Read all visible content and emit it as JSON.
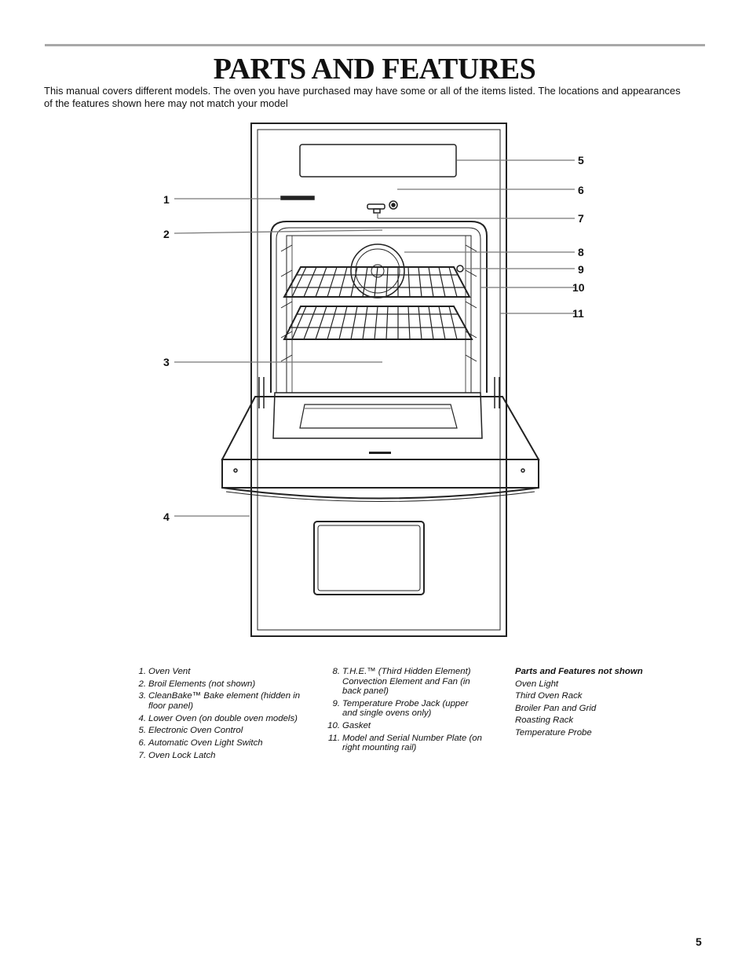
{
  "header": {
    "title": "PARTS AND FEATURES",
    "intro": "This manual covers different models. The oven you have purchased may have some or all of the items listed. The locations and appearances of the features shown here may not match your model"
  },
  "callouts": {
    "c1": "1",
    "c2": "2",
    "c3": "3",
    "c4": "4",
    "c5": "5",
    "c6": "6",
    "c7": "7",
    "c8": "8",
    "c9": "9",
    "c10": "10",
    "c11": "11"
  },
  "legend": {
    "col1": [
      {
        "num": "1.",
        "text": "Oven Vent"
      },
      {
        "num": "2.",
        "text": "Broil Elements (not shown)"
      },
      {
        "num": "3.",
        "text": "CleanBake™ Bake element (hidden in floor panel)"
      },
      {
        "num": "4.",
        "text": "Lower Oven (on double oven models)"
      },
      {
        "num": "5.",
        "text": "Electronic Oven Control"
      },
      {
        "num": "6.",
        "text": "Automatic Oven Light Switch"
      },
      {
        "num": "7.",
        "text": "Oven Lock Latch"
      }
    ],
    "col2": [
      {
        "num": "8.",
        "text": "T.H.E.™ (Third Hidden Element) Convection Element and Fan (in back panel)"
      },
      {
        "num": "9.",
        "text": "Temperature Probe Jack (upper and single ovens only)"
      },
      {
        "num": "10.",
        "text": "Gasket"
      },
      {
        "num": "11.",
        "text": "Model and Serial Number Plate (on right mounting rail)"
      }
    ],
    "not_shown_title": "Parts and Features not shown",
    "not_shown": [
      "Oven Light",
      "Third Oven Rack",
      "Broiler Pan and Grid",
      "Roasting Rack",
      "Temperature Probe"
    ]
  },
  "page_number": "5"
}
